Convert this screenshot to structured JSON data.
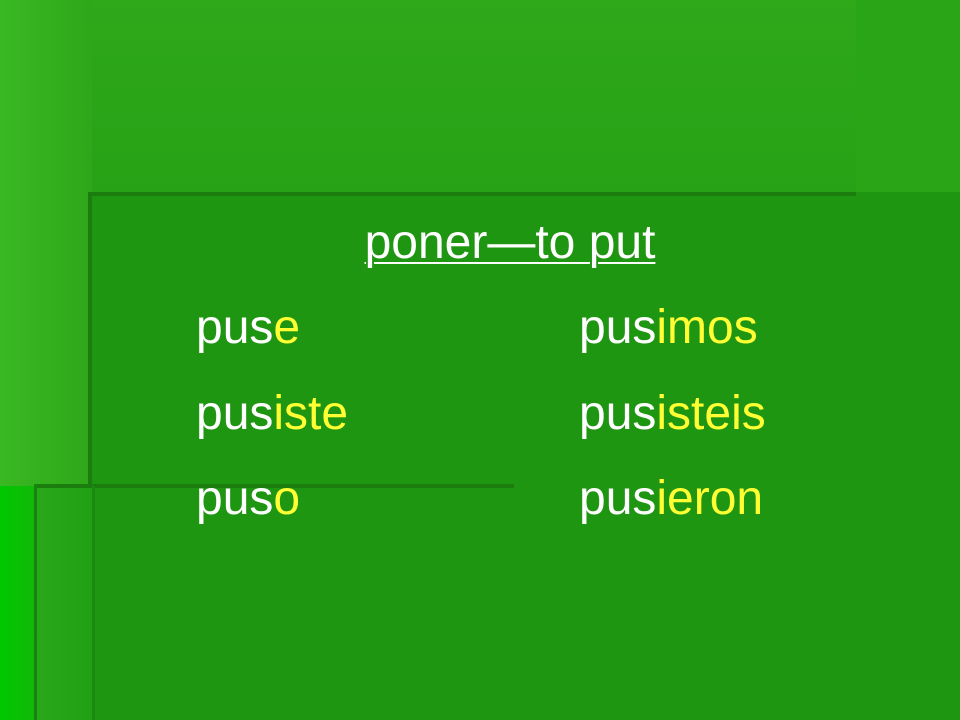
{
  "slide": {
    "title": "poner—to put",
    "conjugations": [
      {
        "stem": "pus",
        "ending": "e"
      },
      {
        "stem": "pus",
        "ending": "imos"
      },
      {
        "stem": "pus",
        "ending": "iste"
      },
      {
        "stem": "pus",
        "ending": "isteis"
      },
      {
        "stem": "pus",
        "ending": "o"
      },
      {
        "stem": "pus",
        "ending": "ieron"
      }
    ]
  },
  "colors": {
    "background": "#229a13",
    "text": "#ffffff",
    "ending_highlight": "#ffff33"
  }
}
